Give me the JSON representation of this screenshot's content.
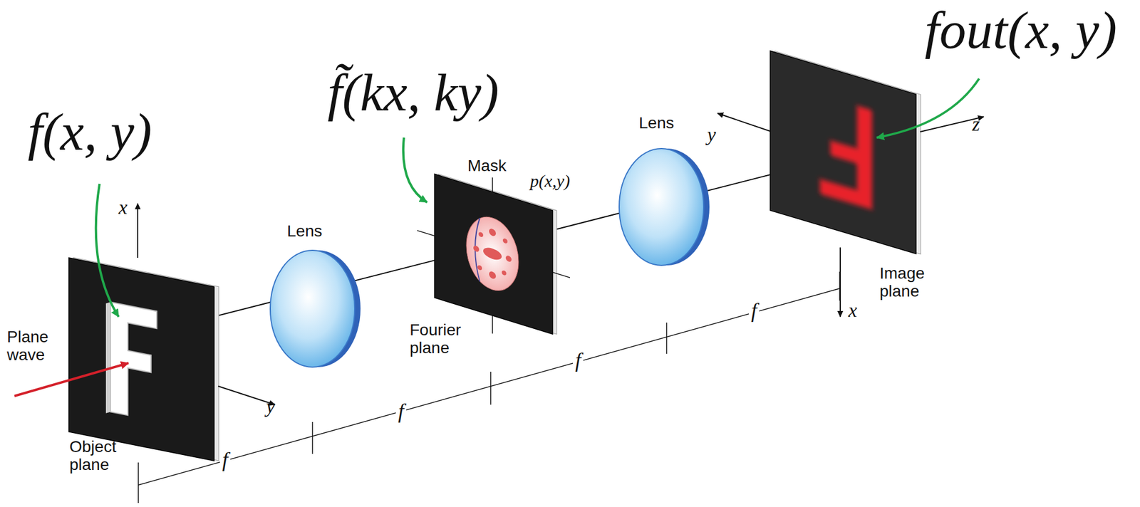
{
  "diagram": {
    "labels": [
      "f(x, y)",
      "f̃(kx, ky)",
      "fout(x, y)",
      "Plane wave",
      "Object plane",
      "x",
      "y",
      "Lens",
      "Mask",
      "p(x,y)",
      "Fourier plane",
      "Lens",
      "y",
      "z",
      "x",
      "Image plane",
      "f",
      "f",
      "f",
      "f"
    ]
  }
}
